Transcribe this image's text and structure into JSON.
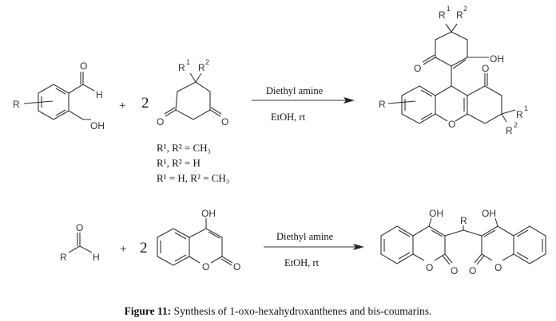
{
  "atoms": {
    "O": "O",
    "OH": "OH",
    "H": "H",
    "R": "R",
    "one": "1",
    "two": "2"
  },
  "reaction1": {
    "plus": "+",
    "coefficient": "2",
    "reagent": "Diethyl amine",
    "conditions": "EtOH, rt",
    "substituents": [
      "R¹, R² =  CH₃",
      "R¹, R² =  H",
      "R¹ = H, R² =  CH₃"
    ]
  },
  "reaction2": {
    "plus": "+",
    "coefficient": "2",
    "reagent": "Diethyl amine",
    "conditions": "EtOH, rt"
  },
  "caption": {
    "label": "Figure 11:",
    "text": " Synthesis of 1-oxo-hexahydroxanthenes and bis-coumarins."
  }
}
